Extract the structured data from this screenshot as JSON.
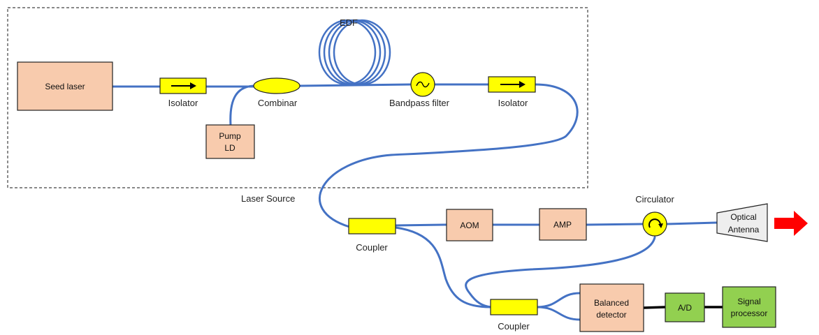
{
  "colors": {
    "fiber": "#4472c4",
    "block_peach": "#f8cbad",
    "block_green": "#92d050",
    "component_yellow": "#ffff00",
    "antenna_gray": "#eeeeee",
    "output_arrow": "#ff0000",
    "frame_dash": "#404040"
  },
  "icons": {
    "isolator": "right-arrow-icon",
    "bandpass_filter": "tilde-icon",
    "circulator": "circular-arrow-icon",
    "output": "red-arrow-icon"
  },
  "frame": {
    "label": "Laser Source"
  },
  "source": {
    "seed_laser": "Seed laser",
    "isolator_1": "Isolator",
    "pump_ld_line1": "Pump",
    "pump_ld_line2": "LD",
    "combiner": "Combinar",
    "edf": "EDF",
    "bandpass_filter": "Bandpass filter",
    "isolator_2": "Isolator"
  },
  "transmit": {
    "coupler_1": "Coupler",
    "aom": "AOM",
    "amp": "AMP",
    "circulator": "Circulator",
    "antenna_line1": "Optical",
    "antenna_line2": "Antenna"
  },
  "receive": {
    "coupler_2": "Coupler",
    "detector_line1": "Balanced",
    "detector_line2": "detector",
    "adc": "A/D",
    "processor_line1": "Signal",
    "processor_line2": "processor"
  }
}
